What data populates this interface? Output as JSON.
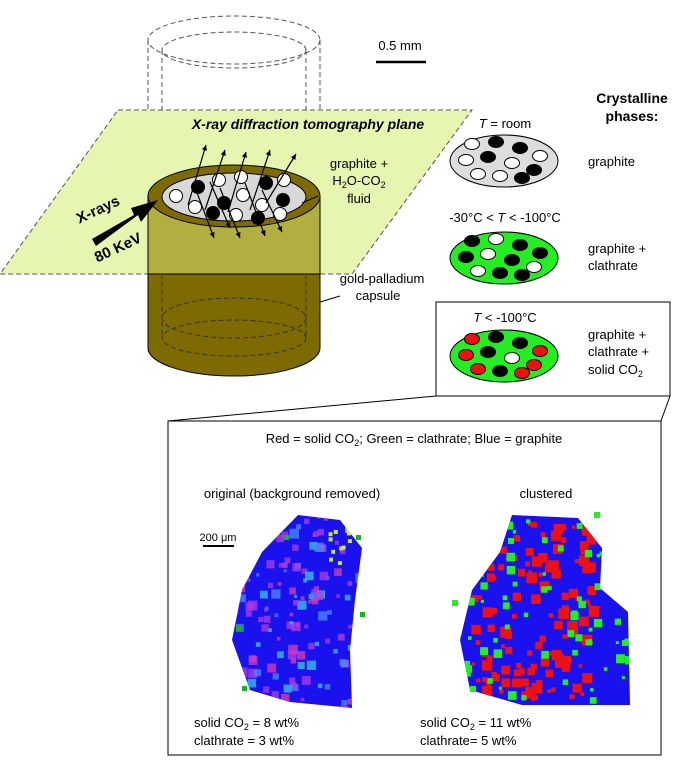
{
  "scale_bar": {
    "label": "0.5 mm"
  },
  "diagram": {
    "plane_label": "X-ray diffraction tomography plane",
    "xray_label": "X-rays",
    "energy_label": "80 KeV",
    "fluid_label_line1": "graphite +",
    "fluid_label_h2o": "H",
    "fluid_label_sub1": "2",
    "fluid_label_mid": "O-CO",
    "fluid_label_sub2": "2",
    "fluid_label_line3": "fluid",
    "capsule_label_line1": "gold-palladium",
    "capsule_label_line2": "capsule"
  },
  "phases": {
    "header_line1": "Crystalline",
    "header_line2": "phases:",
    "rows": [
      {
        "temp_prefix": "",
        "temp_T": "T",
        "temp_suffix": " = room",
        "phase_lines": [
          "graphite"
        ]
      },
      {
        "temp_prefix": "-30°C < ",
        "temp_T": "T",
        "temp_suffix": " < -100°C",
        "phase_lines": [
          "graphite +",
          "clathrate"
        ]
      },
      {
        "temp_prefix": "",
        "temp_T": "T",
        "temp_suffix": " < -100°C",
        "phase_lines": [
          "graphite +",
          "clathrate +",
          "solid CO"
        ],
        "phase_sub": "2"
      }
    ]
  },
  "results": {
    "legend_a": "Red = solid CO",
    "legend_sub": "2",
    "legend_b": "; Green = clathrate; Blue = graphite",
    "left_title": "original (background removed)",
    "right_title": "clustered",
    "microscale_label": "200 μm",
    "left_co2_a": "solid CO",
    "left_co2_sub": "2",
    "left_co2_b": " = 8 wt%",
    "left_clathrate": "clathrate = 3 wt%",
    "right_co2_a": "solid CO",
    "right_co2_sub": "2",
    "right_co2_b": " = 11 wt%",
    "right_clathrate": "clathrate= 5 wt%"
  },
  "colors": {
    "plane_fill": "#e6f5b0",
    "capsule_fill": "#7d6a00",
    "green_disk": "#22ee22",
    "red_particle": "#ee1111",
    "gray_disk": "#dddddd",
    "blue_map": "#1a12ee"
  }
}
